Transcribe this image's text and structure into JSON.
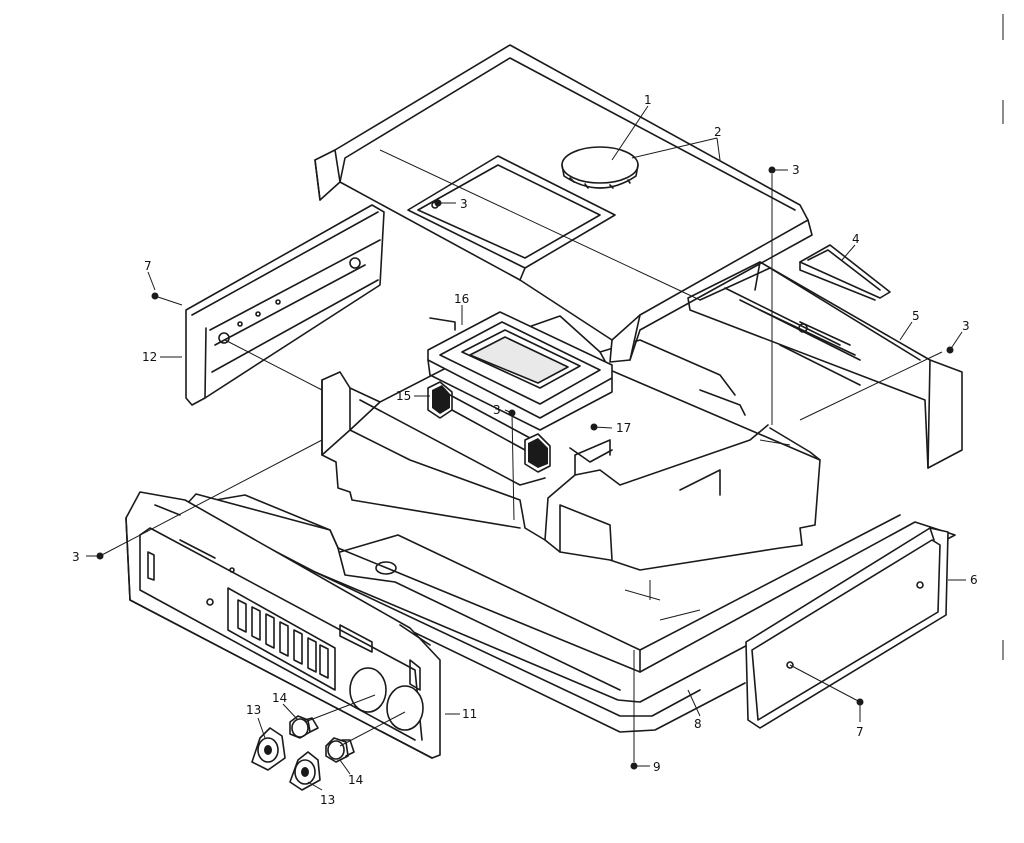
{
  "diagram": {
    "callouts": [
      {
        "id": "c1a",
        "text": "1"
      },
      {
        "id": "c2a",
        "text": "2"
      },
      {
        "id": "c3a",
        "text": "3"
      },
      {
        "id": "c3b",
        "text": "3"
      },
      {
        "id": "c3c",
        "text": "3"
      },
      {
        "id": "c3d",
        "text": "3"
      },
      {
        "id": "c3e",
        "text": "3"
      },
      {
        "id": "c4a",
        "text": "4"
      },
      {
        "id": "c5a",
        "text": "5"
      },
      {
        "id": "c6a",
        "text": "6"
      },
      {
        "id": "c7a",
        "text": "7"
      },
      {
        "id": "c7b",
        "text": "7"
      },
      {
        "id": "c8a",
        "text": "8"
      },
      {
        "id": "c9a",
        "text": "9"
      },
      {
        "id": "c11a",
        "text": "11"
      },
      {
        "id": "c12a",
        "text": "12"
      },
      {
        "id": "c13a",
        "text": "13"
      },
      {
        "id": "c13b",
        "text": "13"
      },
      {
        "id": "c14a",
        "text": "14"
      },
      {
        "id": "c14b",
        "text": "14"
      },
      {
        "id": "c15a",
        "text": "15"
      },
      {
        "id": "c16a",
        "text": "16"
      },
      {
        "id": "c17a",
        "text": "17"
      }
    ]
  }
}
